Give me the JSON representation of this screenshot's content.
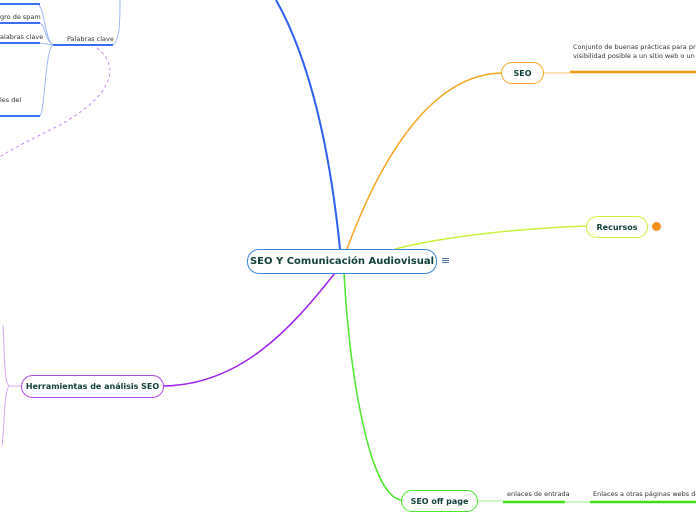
{
  "central": {
    "title": "SEO Y Comunicación Audiovisual",
    "menu_icon": "hamburger-menu-icon"
  },
  "nodes": {
    "seo": {
      "label": "SEO",
      "color": "#f5a623",
      "note_lines": [
        "Conjunto de buenas prácticas para proporci",
        "visibilidad posible a un sitio web o un conteni"
      ]
    },
    "recursos": {
      "label": "Recursos",
      "color": "#c8f03c",
      "dot_color": "#f5901e"
    },
    "seo_off_page": {
      "label": "SEO off page",
      "color": "#4ce62c",
      "children": [
        "enlaces de entrada",
        "Enlaces a otras páginas webs de inte"
      ]
    },
    "herramientas": {
      "label": "Herramientas de análisis SEO",
      "color": "#b04de0"
    },
    "palabras_clave": {
      "label": "Palabras clave",
      "color": "#3b6ff0",
      "children": [
        "gro de spam",
        "alabras clave",
        "les del"
      ]
    }
  },
  "colors": {
    "central_border": "#3b86d9",
    "text": "#12403a"
  }
}
